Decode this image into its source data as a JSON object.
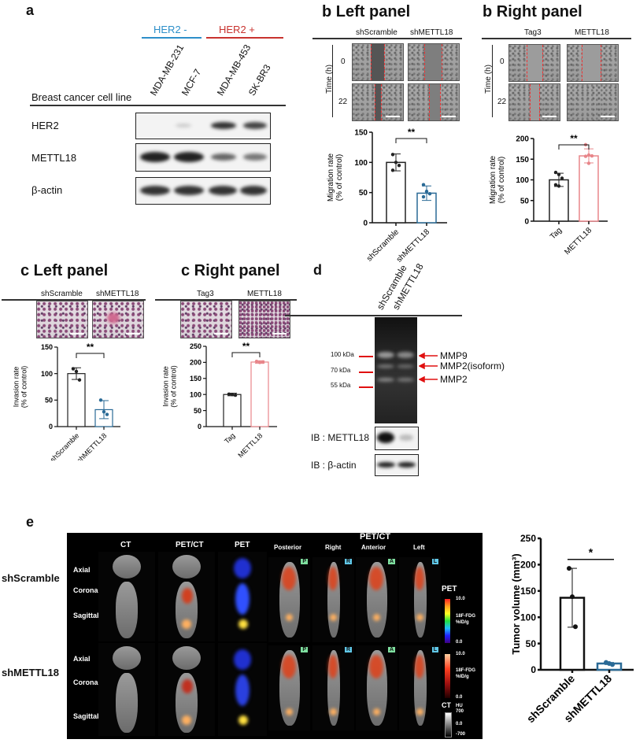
{
  "panel_a": {
    "label": "a",
    "her2_neg": "HER2 -",
    "her2_pos": "HER2 +",
    "her2_neg_color": "#2d8fc9",
    "her2_pos_color": "#c8322e",
    "row_header": "Breast cancer cell line",
    "cell_lines": [
      "MDA-MB-231",
      "MCF-7",
      "MDA-MB-453",
      "SK-BR3"
    ],
    "blots": [
      "HER2",
      "METTL18",
      "β-actin"
    ]
  },
  "panel_b_left": {
    "title": "b Left panel",
    "conditions": [
      "shScramble",
      "shMETTL18"
    ],
    "time_label": "Time (h)",
    "times": [
      "0",
      "22"
    ]
  },
  "panel_b_right": {
    "title": "b Right panel",
    "conditions": [
      "Tag3",
      "METTL18"
    ],
    "time_label": "Time (h)",
    "times": [
      "0",
      "22"
    ]
  },
  "panel_c_left": {
    "title": "c Left panel",
    "conditions": [
      "shScramble",
      "shMETTL18"
    ]
  },
  "panel_c_right": {
    "title": "c Right panel",
    "conditions": [
      "Tag3",
      "METTL18"
    ]
  },
  "panel_d": {
    "label": "d",
    "lanes": [
      "shScramble",
      "shMETTL18"
    ],
    "markers": [
      "100 kDa",
      "70 kDa",
      "55 kDa"
    ],
    "bands": [
      "MMP9",
      "MMP2(isoform)",
      "MMP2"
    ],
    "ib": [
      "IB : METTL18",
      "IB : β-actin"
    ],
    "marker_color": "#e01010"
  },
  "panel_e": {
    "label": "e",
    "groups": [
      "shScramble",
      "shMETTL18"
    ],
    "planes": [
      "Axial",
      "Coronal",
      "Sagittal"
    ],
    "columns": [
      "CT",
      "PET/CT",
      "PET"
    ],
    "petct_title": "PET/CT",
    "views": [
      "Posterior",
      "Right",
      "Anterior",
      "Left"
    ],
    "view_badges": [
      "P",
      "R",
      "A",
      "L"
    ],
    "pet_bar": {
      "title": "PET",
      "max": "10.0",
      "unit_1": "18F-FDG",
      "unit_2": "%ID/g",
      "min": "0.0"
    },
    "petct_bar": {
      "max": "10.0",
      "unit_1": "18F-FDG",
      "unit_2": "%ID/g",
      "min": "0.0"
    },
    "ct_bar": {
      "title": "CT",
      "unit": "HU",
      "max": "700",
      "mid": "0.0",
      "min": "-700"
    }
  },
  "chart_data": [
    {
      "type": "bar",
      "panel": "b Left panel",
      "ylabel_lines": [
        "Migration rate",
        "(% of control)"
      ],
      "ylim": [
        0,
        150
      ],
      "yticks": [
        0,
        50,
        100,
        150
      ],
      "categories": [
        "shScramble",
        "shMETTL18"
      ],
      "values": [
        100,
        49
      ],
      "errors": [
        14,
        12
      ],
      "points": [
        [
          113,
          100,
          95,
          87
        ],
        [
          63,
          52,
          48,
          43
        ]
      ],
      "colors": [
        "#222222",
        "#2a6a96"
      ],
      "significance": "**"
    },
    {
      "type": "bar",
      "panel": "b Right panel",
      "ylabel_lines": [
        "Migration rate",
        "(% of control)"
      ],
      "ylim": [
        0,
        200
      ],
      "yticks": [
        0,
        50,
        100,
        150,
        200
      ],
      "categories": [
        "Tag",
        "METTL18"
      ],
      "values": [
        100,
        158
      ],
      "errors": [
        16,
        17
      ],
      "points": [
        [
          118,
          113,
          104,
          88,
          85
        ],
        [
          185,
          160,
          158,
          157,
          140
        ]
      ],
      "colors": [
        "#222222",
        "#e8868a"
      ],
      "significance": "**"
    },
    {
      "type": "bar",
      "panel": "c Left panel",
      "ylabel_lines": [
        "Invasion rate",
        "(% of control)"
      ],
      "ylim": [
        0,
        150
      ],
      "yticks": [
        0,
        50,
        100,
        150
      ],
      "categories": [
        "shScramble",
        "shMETTL18"
      ],
      "values": [
        100,
        32
      ],
      "errors": [
        11,
        17
      ],
      "points": [
        [
          109,
          104,
          88
        ],
        [
          50,
          28,
          23
        ]
      ],
      "colors": [
        "#222222",
        "#2a6a96"
      ],
      "significance": "**"
    },
    {
      "type": "bar",
      "panel": "c Right panel",
      "ylabel_lines": [
        "Invasion rate",
        "(% of control)"
      ],
      "ylim": [
        0,
        250
      ],
      "yticks": [
        0,
        50,
        100,
        150,
        200,
        250
      ],
      "categories": [
        "Tag",
        "METTL18"
      ],
      "values": [
        100,
        201
      ],
      "errors": [
        4,
        4
      ],
      "points": [
        [
          101,
          100,
          98
        ],
        [
          203,
          200,
          201
        ]
      ],
      "colors": [
        "#222222",
        "#e8868a"
      ],
      "significance": "**"
    },
    {
      "type": "bar",
      "panel": "e",
      "ylabel_lines": [
        "Tumor volume (mm³)"
      ],
      "ylim": [
        0,
        250
      ],
      "yticks": [
        0,
        50,
        100,
        150,
        200,
        250
      ],
      "categories": [
        "shScramble",
        "shMETTL18"
      ],
      "values": [
        137,
        12
      ],
      "errors": [
        56,
        2
      ],
      "points": [
        [
          193,
          139,
          82
        ],
        [
          14,
          12,
          10
        ]
      ],
      "colors": [
        "#111111",
        "#2a6a96"
      ],
      "significance": "*"
    }
  ]
}
